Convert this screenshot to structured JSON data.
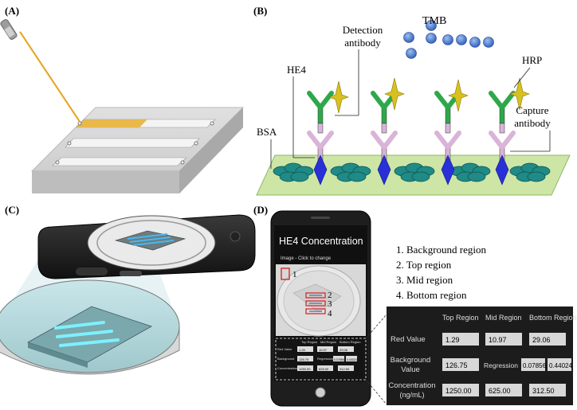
{
  "panels": {
    "a": {
      "label": "(A)"
    },
    "b": {
      "label": "(B)",
      "tmb": "TMB",
      "detection_antibody_line1": "Detection",
      "detection_antibody_line2": "antibody",
      "he4": "HE4",
      "hrp": "HRP",
      "capture_antibody_line1": "Capture",
      "capture_antibody_line2": "antibody",
      "bsa": "BSA"
    },
    "c": {
      "label": "(C)"
    },
    "d": {
      "label": "(D)",
      "app_title": "HE4 Concentration",
      "image_hint": "Image - Click to change",
      "marker_numbers": [
        "1",
        "2",
        "3",
        "4"
      ],
      "legend": [
        "1. Background region",
        "2. Top region",
        "3. Mid region",
        "4. Bottom region"
      ],
      "table": {
        "headers": [
          "Top Region",
          "Mid Region",
          "Bottom Region"
        ],
        "red_value_label": "Red Value",
        "red_values": [
          "1.29",
          "10.97",
          "29.06"
        ],
        "background_label_line1": "Background",
        "background_label_line2": "Value",
        "background_value": "126.75",
        "regression_label": "Regression",
        "regression_values": [
          "0.07856",
          "0.44024"
        ],
        "concentration_label_line1": "Concentration",
        "concentration_label_line2": "(ng/mL)",
        "concentration_values": [
          "1250.00",
          "625.00",
          "312.50"
        ]
      }
    }
  },
  "colors": {
    "chip_top": "#d8d8d8",
    "channel_fill": "#e8b84a",
    "bsa_substrate": "#cde6a6",
    "antibody_green": "#2ea84a",
    "antibody_pink": "#d9b4d8",
    "he4_blue": "#2830d8",
    "hrp_yellow": "#d8c020",
    "tmb_blue": "#5c8cd8",
    "table_bg": "#1c1c1c",
    "cell_bg": "#d8d8d8"
  }
}
